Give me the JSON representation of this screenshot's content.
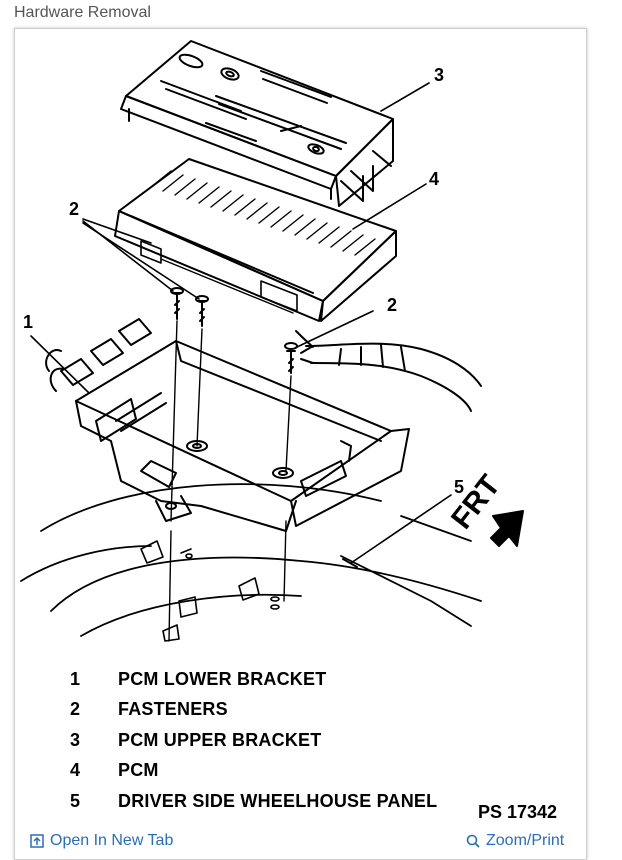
{
  "page": {
    "title": "Hardware Removal"
  },
  "diagram": {
    "callouts": [
      "1",
      "2",
      "2",
      "3",
      "4",
      "5"
    ],
    "direction_marker": "FRT",
    "reference_code": "PS 17342"
  },
  "legend": [
    {
      "num": "1",
      "label": "PCM LOWER BRACKET"
    },
    {
      "num": "2",
      "label": "FASTENERS"
    },
    {
      "num": "3",
      "label": "PCM UPPER BRACKET"
    },
    {
      "num": "4",
      "label": "PCM"
    },
    {
      "num": "5",
      "label": "DRIVER SIDE WHEELHOUSE PANEL"
    }
  ],
  "links": {
    "open_new_tab": "Open In New Tab",
    "zoom_print": "Zoom/Print"
  },
  "colors": {
    "link": "#2a6eb5",
    "title": "#555555",
    "frame_border": "#cfcfcf"
  },
  "icons": {
    "open_new_tab": "external-tab-icon",
    "zoom_print": "magnifier-icon"
  }
}
